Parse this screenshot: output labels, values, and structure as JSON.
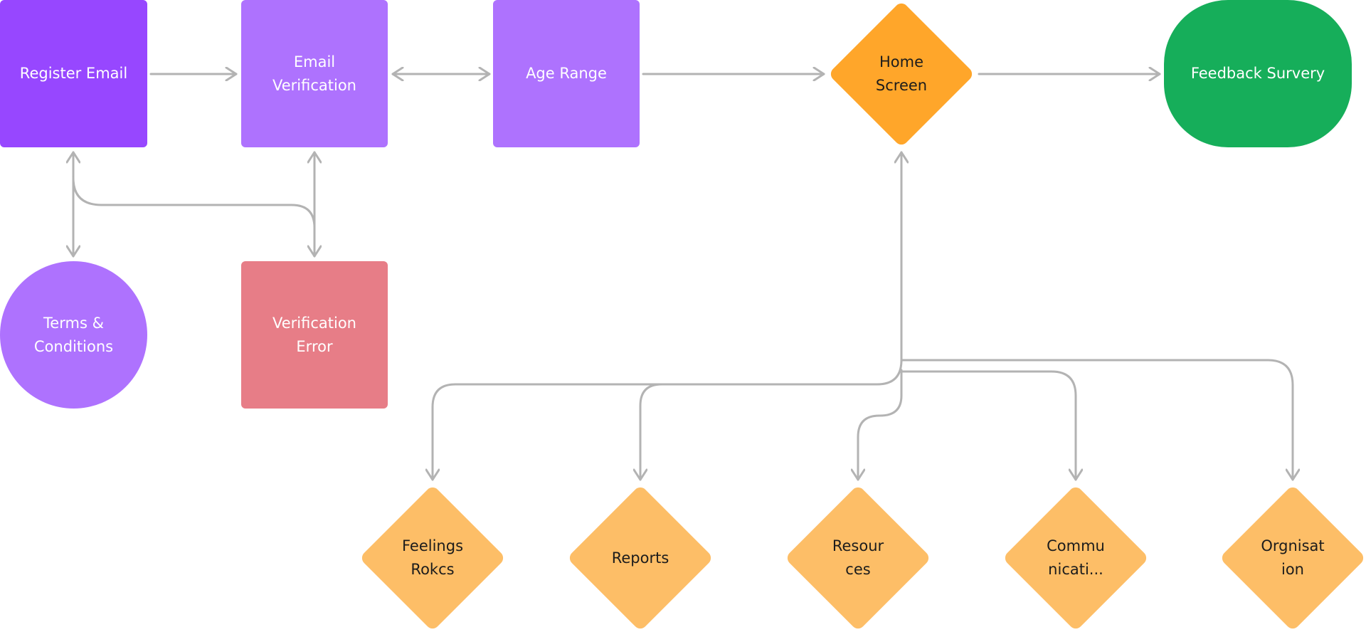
{
  "colors": {
    "purple_dark": "#9747FF",
    "purple_light": "#AE72FE",
    "error_red": "#E77D87",
    "home_orange": "#FFA62A",
    "sub_orange": "#FDBE67",
    "feedback_green": "#16AE5A",
    "connector_gray": "#B3B3B3"
  },
  "nodes": {
    "register_email": {
      "lines": [
        "Register Email"
      ]
    },
    "email_verification": {
      "lines": [
        "Email",
        "Verification"
      ]
    },
    "age_range": {
      "lines": [
        "Age Range"
      ]
    },
    "home_screen": {
      "lines": [
        "Home",
        "Screen"
      ]
    },
    "feedback_survey": {
      "lines": [
        "Feedback Survery"
      ]
    },
    "terms_conditions": {
      "lines": [
        "Terms &",
        "Conditions"
      ]
    },
    "verification_error": {
      "lines": [
        "Verification",
        "Error"
      ]
    },
    "feelings_rocks": {
      "lines": [
        "Feelings",
        "Rokcs"
      ]
    },
    "reports": {
      "lines": [
        "Reports"
      ]
    },
    "resources": {
      "lines": [
        "Resour",
        "ces"
      ]
    },
    "communication": {
      "lines": [
        "Commu",
        "nicati..."
      ]
    },
    "organisation": {
      "lines": [
        "Orgnisat",
        "ion"
      ]
    }
  }
}
